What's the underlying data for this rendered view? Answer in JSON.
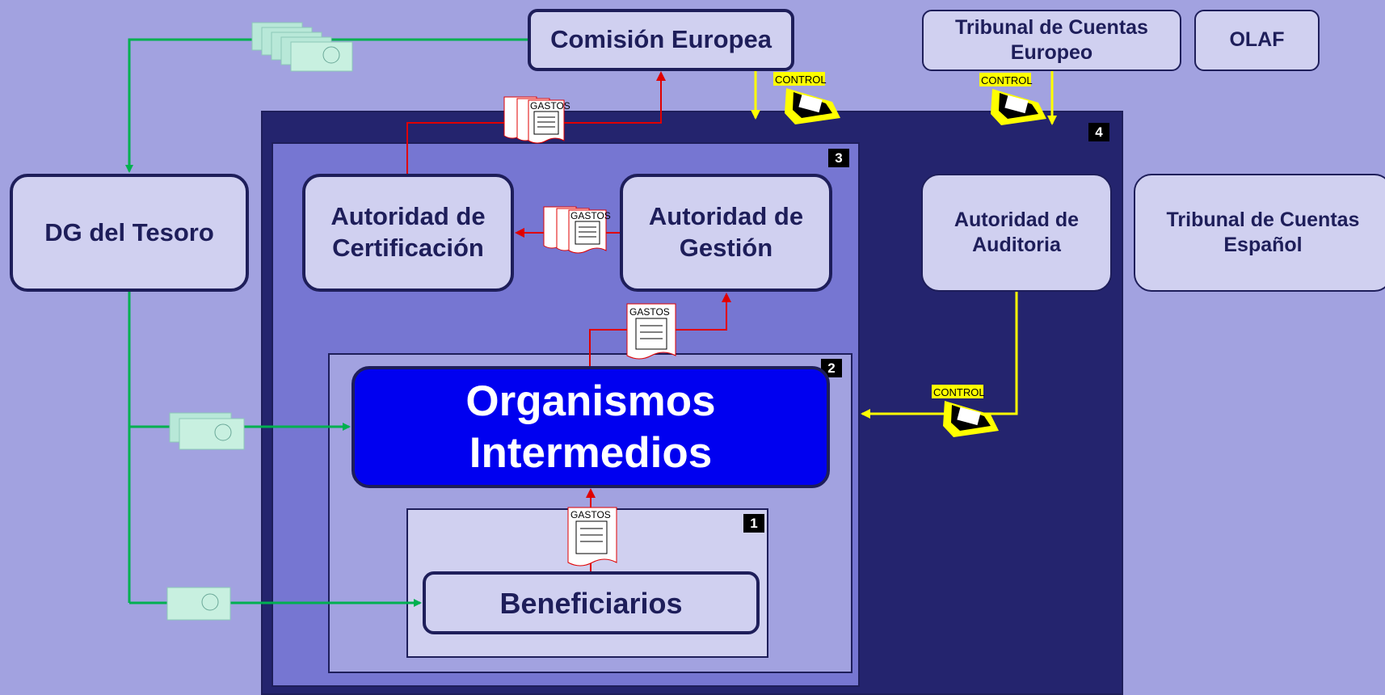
{
  "nodes": {
    "dg_tesoro": "DG del Tesoro",
    "comision": "Comisión Europea",
    "tribunal_europeo": "Tribunal de Cuentas\nEuropeo",
    "olaf": "OLAF",
    "certificacion": "Autoridad de\nCertificación",
    "gestion": "Autoridad de\nGestión",
    "auditoria": "Autoridad de\nAuditoria",
    "tribunal_espanol": "Tribunal de Cuentas\nEspañol",
    "organismos": "Organismos\nIntermedios",
    "beneficiarios": "Beneficiarios"
  },
  "zones": {
    "z4": "4",
    "z3": "3",
    "z2": "2",
    "z1": "1"
  },
  "labels": {
    "gastos": "GASTOS",
    "control": "CONTROL"
  },
  "colors": {
    "money_flow": "#00b050",
    "expense_flow": "#e00000",
    "control_flow": "#ffff00"
  },
  "icons": {
    "money": "euro-banknotes-icon",
    "expense": "expense-document-icon",
    "control": "control-inspection-icon"
  }
}
